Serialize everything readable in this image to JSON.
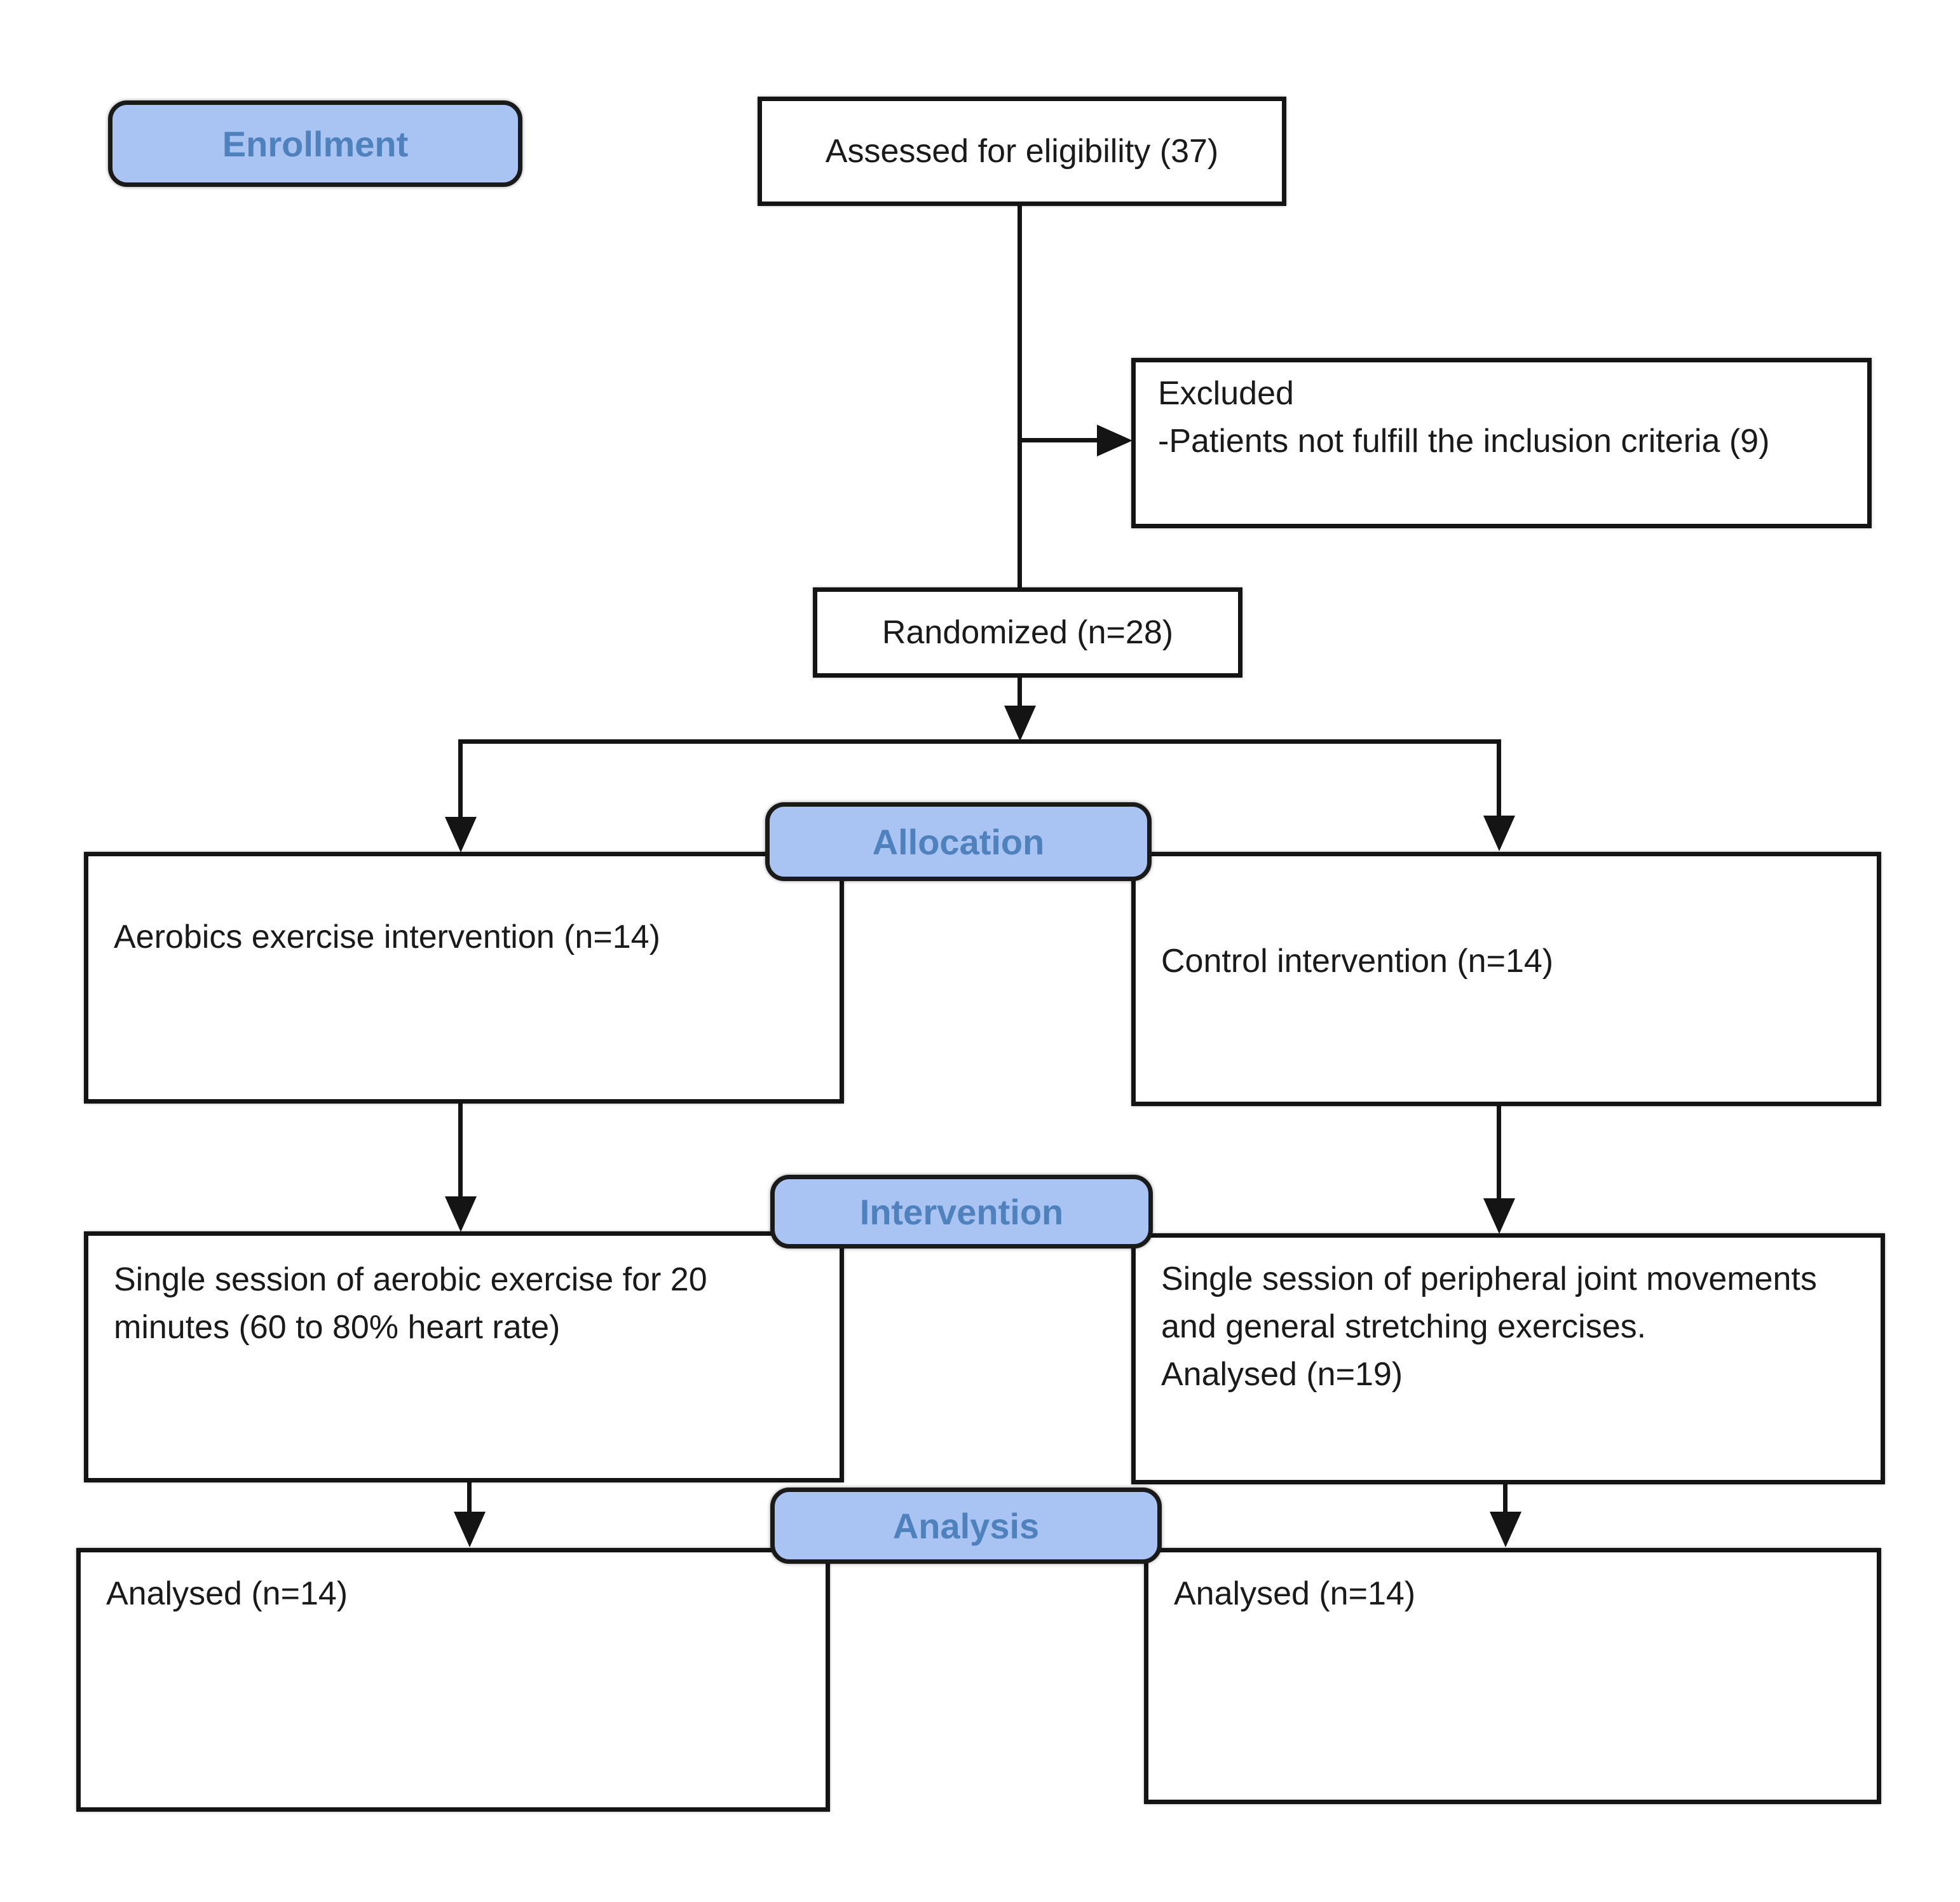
{
  "stage_labels": {
    "enrollment": "Enrollment",
    "allocation": "Allocation",
    "intervention": "Intervention",
    "analysis": "Analysis"
  },
  "boxes": {
    "assessed": {
      "text": "Assessed for eligibility (37)"
    },
    "excluded": {
      "lines": [
        "Excluded",
        "-Patients not fulfill the inclusion criteria (9)"
      ]
    },
    "randomized": {
      "text": "Randomized (n=28)"
    },
    "allocation_left": {
      "text": "Aerobics exercise intervention (n=14)"
    },
    "allocation_right": {
      "text": "Control intervention (n=14)"
    },
    "intervention_left": {
      "lines": [
        "Single session of aerobic exercise for 20",
        "minutes (60 to 80% heart rate)"
      ]
    },
    "intervention_right": {
      "lines": [
        "Single session of peripheral joint movements",
        "and general stretching exercises.",
        "Analysed (n=19)"
      ]
    },
    "analysed_left": {
      "text": "Analysed (n=14)"
    },
    "analysed_right": {
      "text": "Analysed (n=14)"
    }
  },
  "colors": {
    "pill_fill": "#a9c3f2",
    "pill_border": "#1a1a1a",
    "pill_text": "#4f81bd",
    "box_border": "#141414",
    "line": "#141414",
    "text": "#1a1a1a",
    "background": "#ffffff"
  }
}
